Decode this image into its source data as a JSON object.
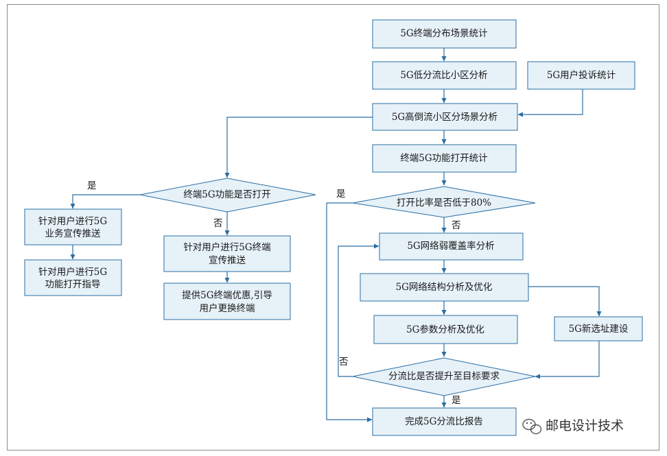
{
  "nodes": {
    "dist_stats": "5G终端分布场景统计",
    "low_ratio": "5G低分流比小区分析",
    "complaints": "5G用户投诉统计",
    "high_backflow": "5G高倒流小区分场景分析",
    "func_stats": "终端5G功能打开统计",
    "q_func_on": "终端5G功能是否打开",
    "q_rate_low": "打开比率是否低于80%",
    "promo_biz": [
      "针对用户进行5G",
      "业务宣传推送"
    ],
    "guide_open": [
      "针对用户进行5G",
      "功能打开指导"
    ],
    "promo_term": [
      "针对用户进行5G终端",
      "宣传推送"
    ],
    "offer": [
      "提供5G终端优惠,引导",
      "用户更换终端"
    ],
    "weak_cov": "5G网络弱覆盖率分析",
    "net_struct": "5G网络结构分析及优化",
    "param_opt": "5G参数分析及优化",
    "new_site": "5G新选址建设",
    "q_ratio_up": "分流比是否提升至目标要求",
    "report": "完成5G分流比报告"
  },
  "edge_labels": {
    "func_yes": "是",
    "func_no": "否",
    "rate_yes": "是",
    "rate_no": "否",
    "ratio_no": "否",
    "ratio_yes": "是"
  },
  "watermark": "邮电设计技术",
  "colors": {
    "node_fill": "#e6f1f8",
    "stroke": "#2a6ea3",
    "frame": "#8a8a8a"
  }
}
